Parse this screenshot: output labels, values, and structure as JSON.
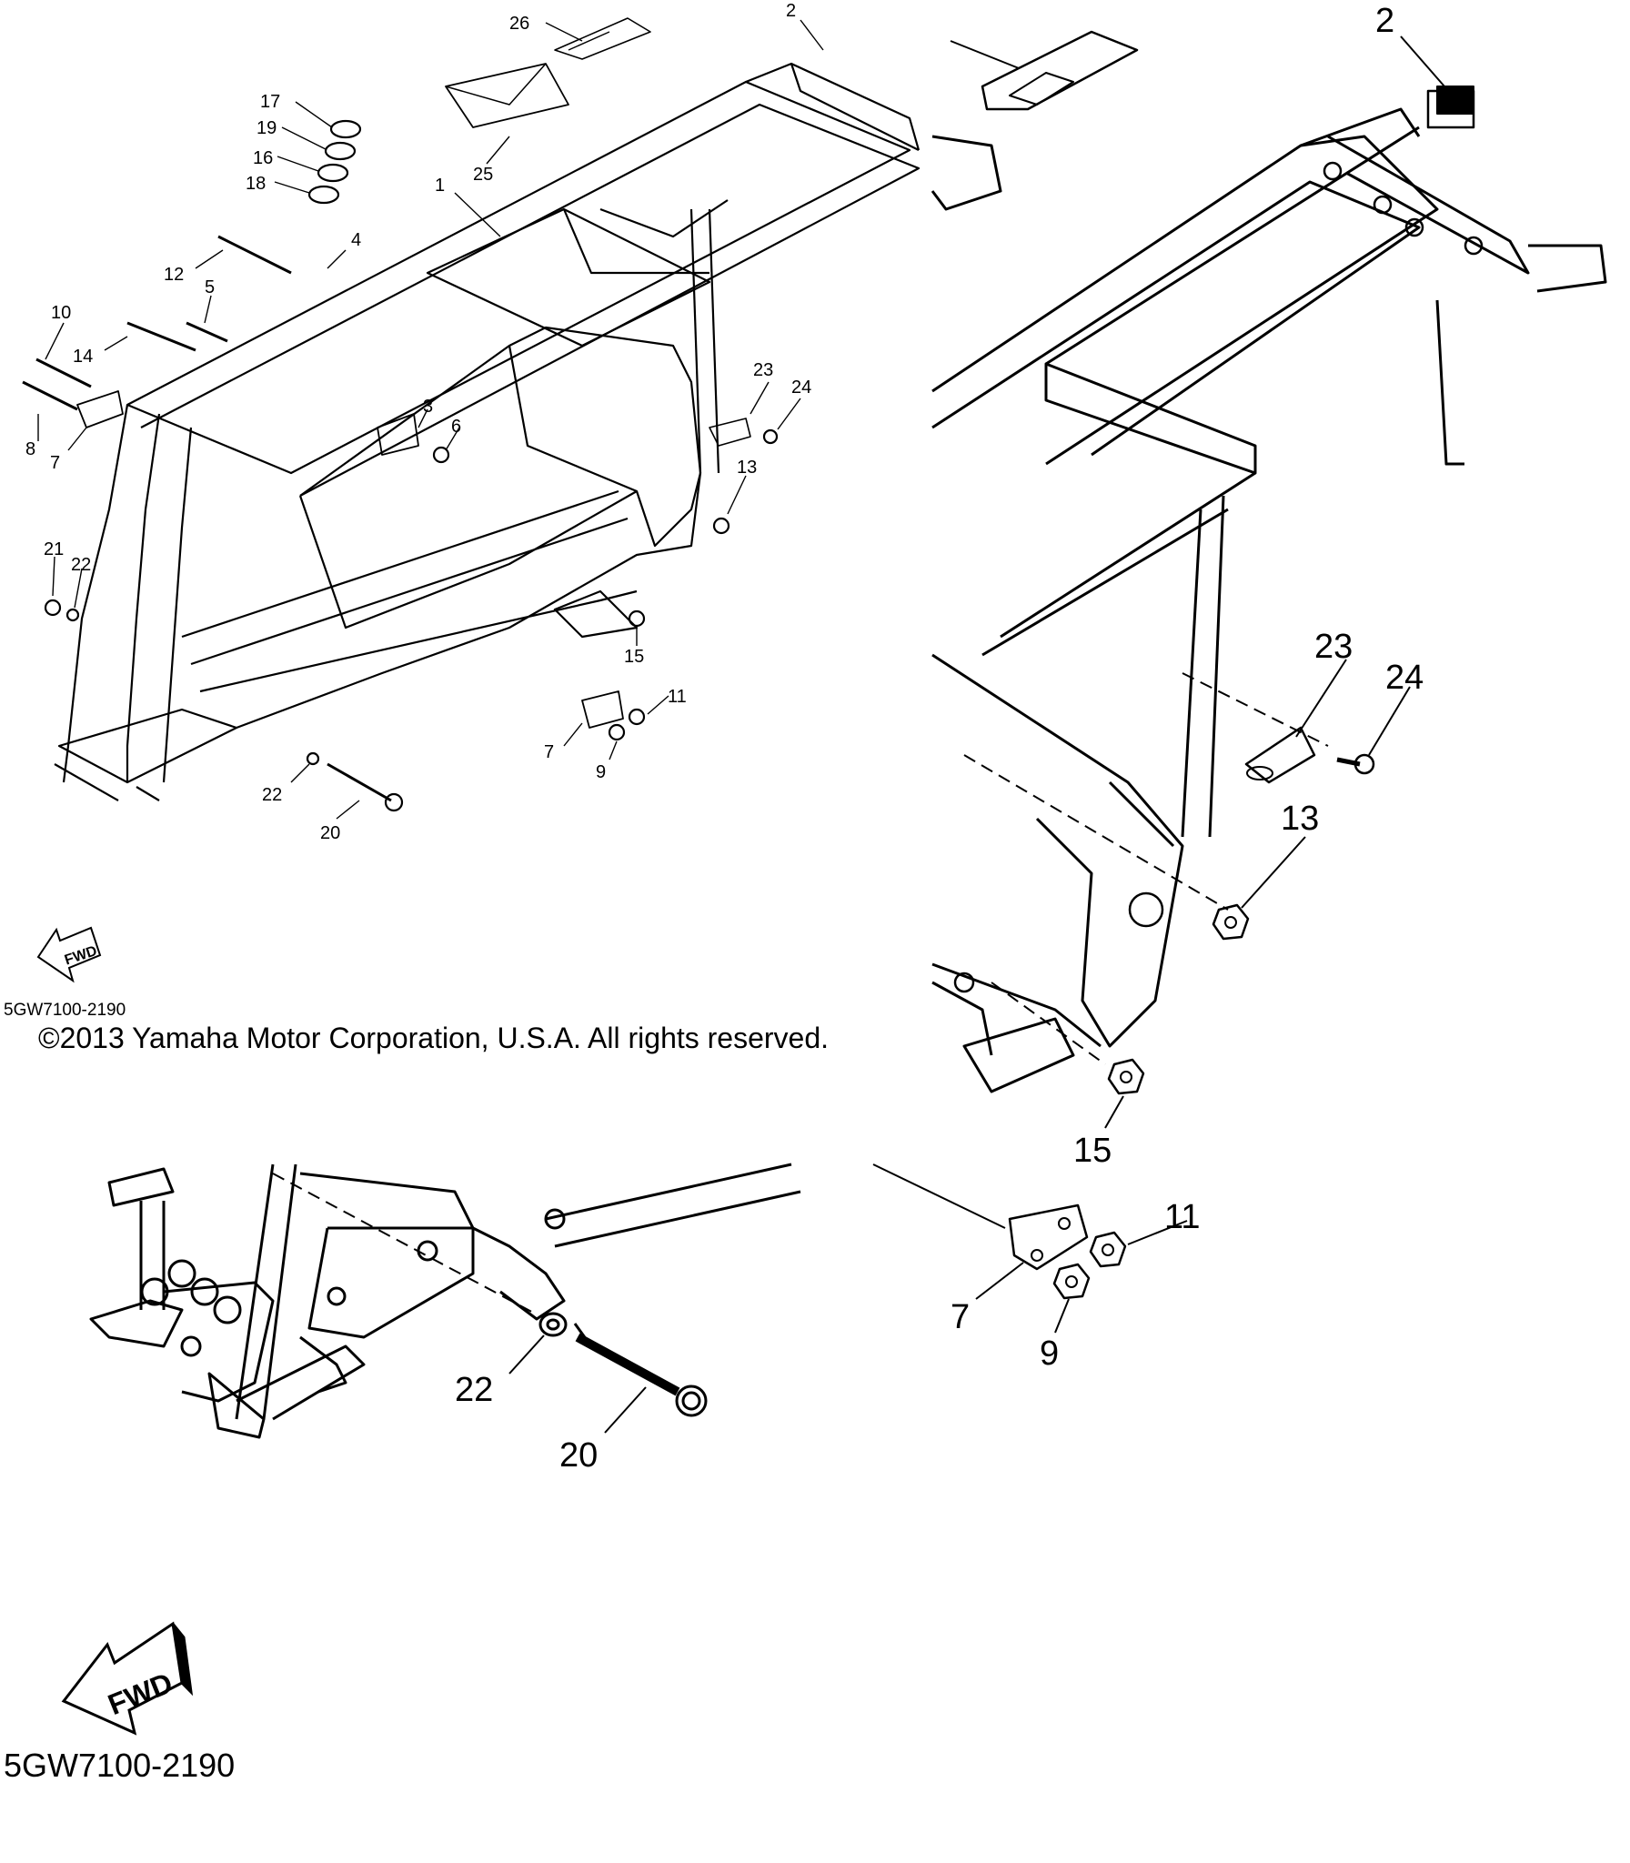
{
  "copyright": "©2013 Yamaha Motor Corporation, U.S.A. All rights reserved.",
  "diagram_code": "5GW7100-2190",
  "fwd_label": "FWD",
  "overview_callouts": [
    "26",
    "2",
    "17",
    "19",
    "16",
    "18",
    "25",
    "1",
    "4",
    "12",
    "5",
    "10",
    "14",
    "8",
    "7",
    "3",
    "6",
    "23",
    "24",
    "13",
    "21",
    "22",
    "15",
    "11",
    "7",
    "9",
    "22",
    "20"
  ],
  "detail_right_callouts": [
    "2",
    "23",
    "24",
    "13",
    "15",
    "11",
    "7",
    "9"
  ],
  "detail_bottom_callouts": [
    "22",
    "20"
  ]
}
